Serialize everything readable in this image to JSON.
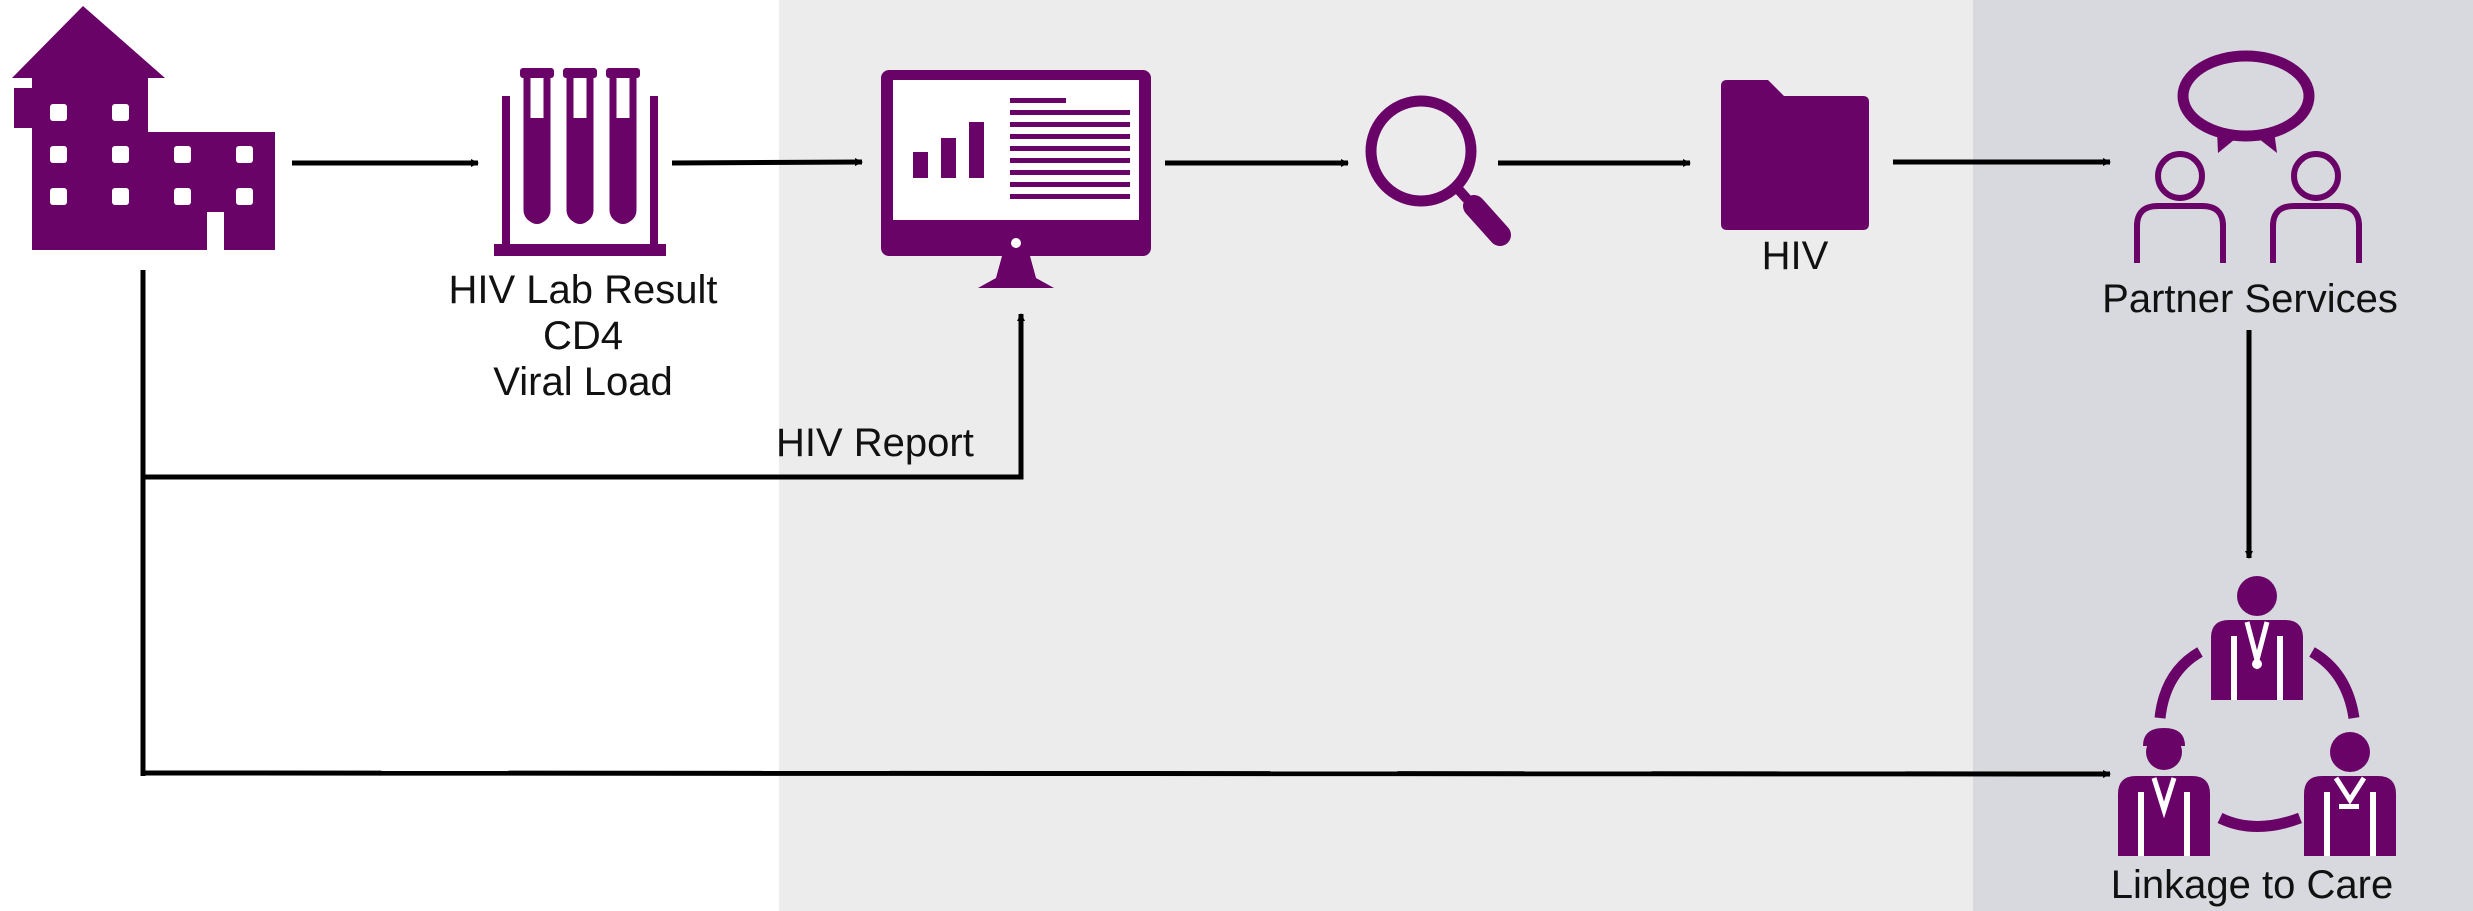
{
  "colors": {
    "accent": "#6a0368",
    "connector": "#000000",
    "band_left": "#ffffff",
    "band_middle": "#ececed",
    "band_right": "#d7d9de"
  },
  "icons": {
    "source": "hospital-building-icon",
    "lab": "test-tubes-icon",
    "surveillance": "computer-monitor-icon",
    "investigation": "magnifying-glass-icon",
    "case_file": "folder-icon",
    "partner_services": "people-conversation-icon",
    "care": "care-team-cycle-icon"
  },
  "labels": {
    "lab_result_line1": "HIV Lab Result",
    "lab_result_line2": "CD4",
    "lab_result_line3": "Viral Load",
    "hiv_report": "HIV Report",
    "folder": "HIV",
    "partner_services": "Partner Services",
    "linkage_to_care": "Linkage to Care"
  }
}
